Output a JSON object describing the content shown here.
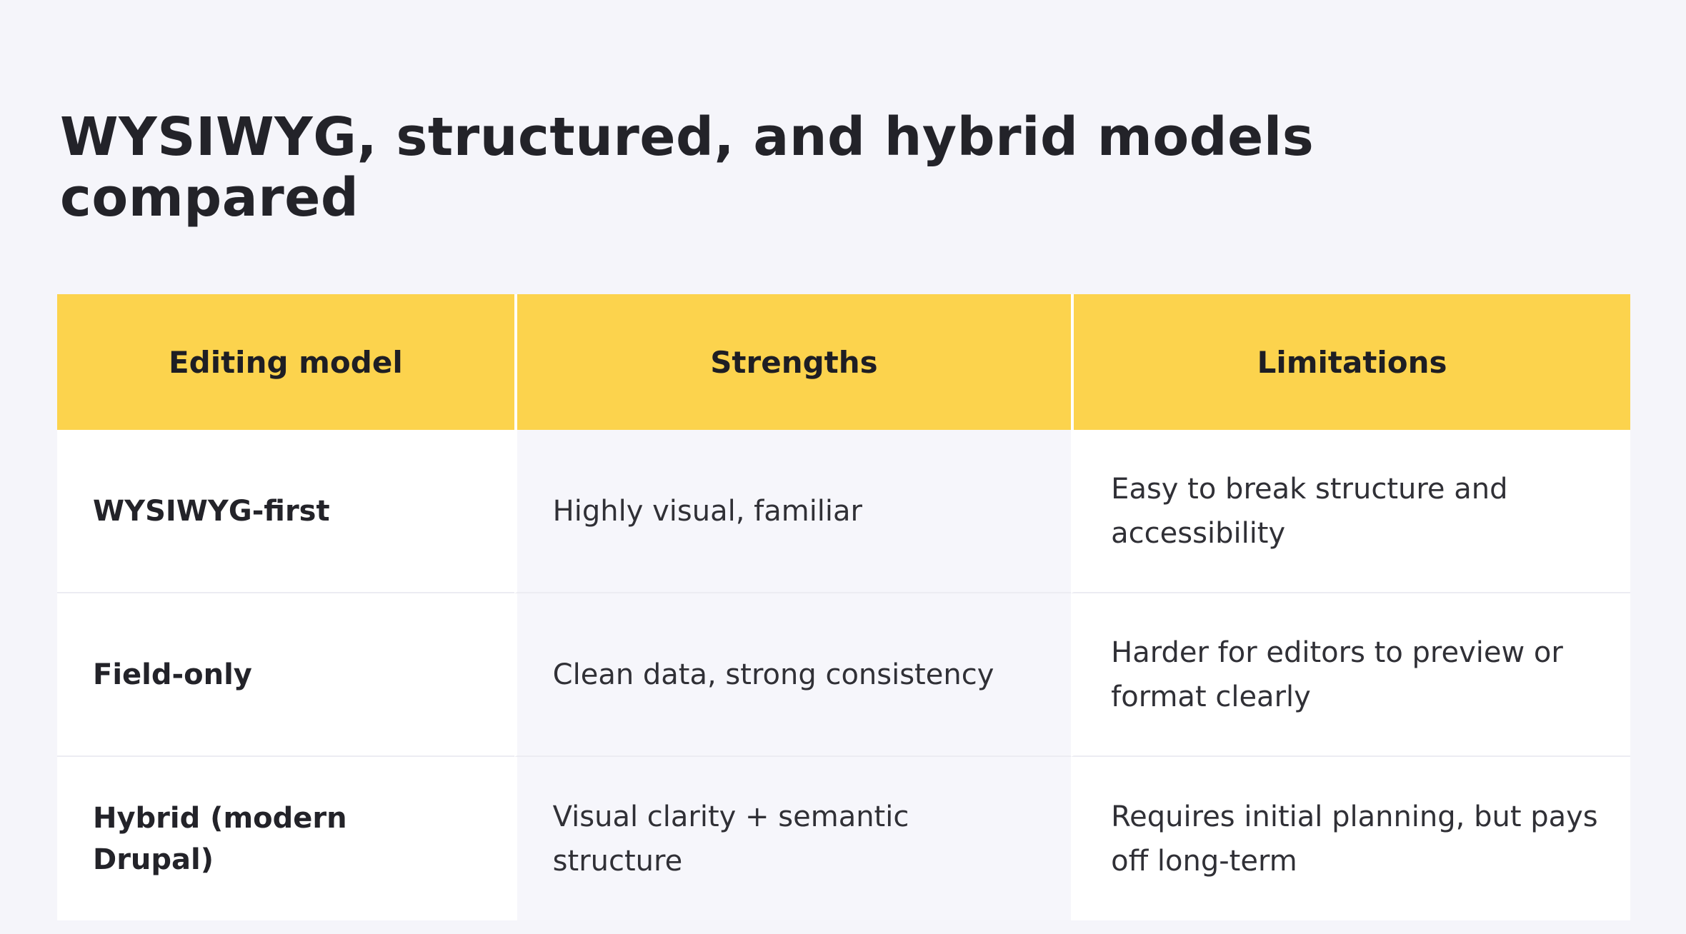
{
  "title": "WYSIWYG, structured, and hybrid models compared",
  "colors": {
    "page_background": "#F5F5FA",
    "header_background": "#FCD34D",
    "alt_column_background": "#F6F6FB",
    "cell_background": "#FFFFFF",
    "divider": "#ECECF2",
    "text": "#303036",
    "heading_text": "#232329"
  },
  "chart_data": {
    "type": "table",
    "title": "WYSIWYG, structured, and hybrid models compared",
    "columns": [
      "Editing model",
      "Strengths",
      "Limitations"
    ],
    "rows": [
      {
        "model": "WYSIWYG-first",
        "strengths": "Highly visual, familiar",
        "limitations": "Easy to break structure and accessibility"
      },
      {
        "model": "Field-only",
        "strengths": "Clean data, strong consistency",
        "limitations": "Harder for editors to preview or format clearly"
      },
      {
        "model": "Hybrid (modern Drupal)",
        "strengths": "Visual clarity + semantic structure",
        "limitations": "Requires initial planning, but pays off long-term"
      }
    ],
    "layout": {
      "header_fill": "#FCD34D",
      "grid": "horizontal dividers between body rows, white gaps between columns",
      "legend_position": "none"
    }
  }
}
